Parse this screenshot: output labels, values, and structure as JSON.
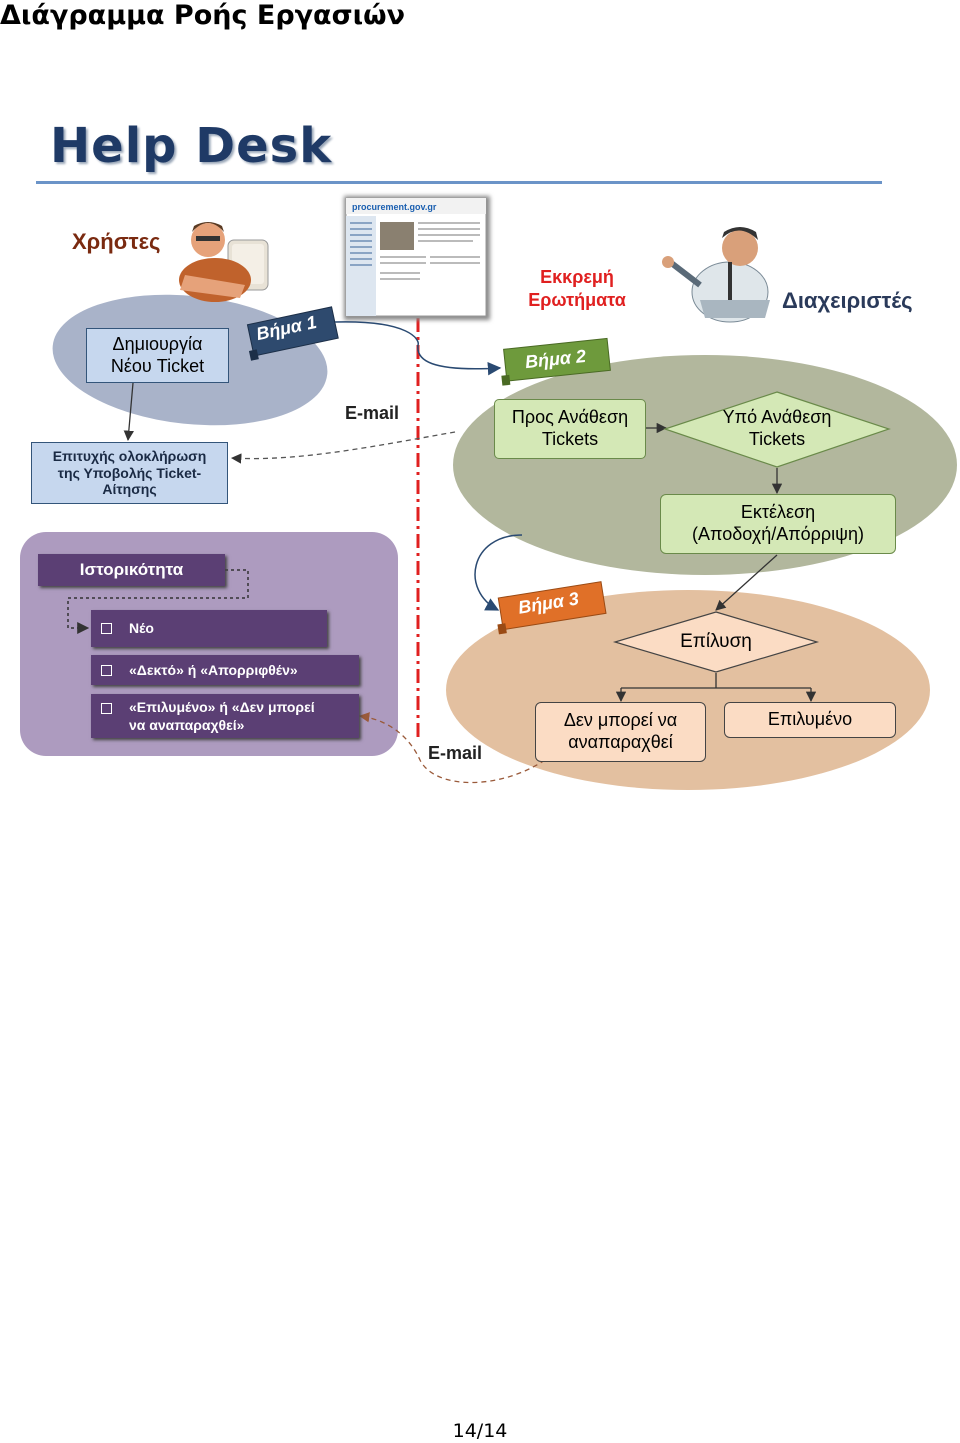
{
  "doc_title": "Διάγραμμα Ροής Εργασιών",
  "slide_title": "Help Desk",
  "users_label": "Χρήστες",
  "admins_label": "Διαχειριστές",
  "pending_label": {
    "line1": "Εκκρεμή",
    "line2": "Ερωτήματα"
  },
  "site_logo": "procurement.gov.gr",
  "steps": {
    "step1": "Βήμα 1",
    "step2": "Βήμα 2",
    "step3": "Βήμα 3"
  },
  "email_label_1": "E-mail",
  "email_label_2": "E-mail",
  "boxes": {
    "create_ticket": {
      "line1": "Δημιουργία",
      "line2": "Νέου Ticket"
    },
    "success": {
      "line1": "Επιτυχής ολοκλήρωση",
      "line2": "της Υποβολής  Ticket-",
      "line3": "Αίτησης"
    },
    "to_assign": {
      "line1": "Προς Ανάθεση",
      "line2": "Tickets"
    },
    "under_assign": {
      "line1": "Υπό Ανάθεση",
      "line2": "Tickets"
    },
    "execution": {
      "line1": "Εκτέλεση",
      "line2": "(Αποδοχή/Απόρριψη)"
    },
    "resolution": "Επίλυση",
    "cannot_reproduce": {
      "line1": "Δεν μπορεί να",
      "line2": "αναπαραχθεί"
    },
    "resolved": "Επιλυμένο"
  },
  "history": {
    "title": "Ιστορικότητα",
    "items": [
      {
        "line1": "Νέο",
        "line2": ""
      },
      {
        "line1": "«Δεκτό» ή «Απορριφθέν»",
        "line2": ""
      },
      {
        "line1": "«Επιλυμένο» ή «Δεν μπορεί",
        "line2": "να αναπαραχθεί»"
      }
    ]
  },
  "page_number": "14/14",
  "colors": {
    "users_ellipse": "#a9b3c9",
    "admins_ellipse": "#b2b79d",
    "step3_ellipse": "#e3c0a0",
    "history_panel": "#ad9bbf",
    "history_item": "#5b3f74",
    "step1_banner": "#2e4a6e",
    "step2_banner": "#6e9a3c",
    "step3_banner": "#e07028",
    "green_box": "#d4e8b6",
    "peach_box": "#fbdcc4",
    "blue_box": "#c6d7ee",
    "red_dashed_line": "#e02020",
    "title_blue": "#1f3a66"
  },
  "icons": [
    "user-clipart-icon",
    "admin-clipart-icon",
    "website-screenshot-icon",
    "checkbox-icon"
  ]
}
